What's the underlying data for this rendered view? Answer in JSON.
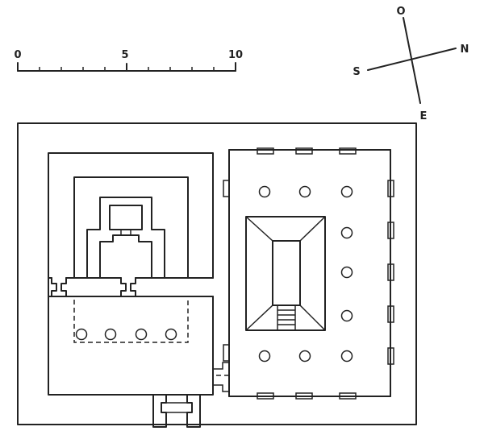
{
  "scale_bar": {
    "ticks": [
      "0",
      "5",
      "10"
    ]
  },
  "compass": {
    "top": "O",
    "right": "N",
    "left": "S",
    "bottom": "E"
  },
  "colors": {
    "ink": "#222222",
    "paper": "#ffffff"
  }
}
